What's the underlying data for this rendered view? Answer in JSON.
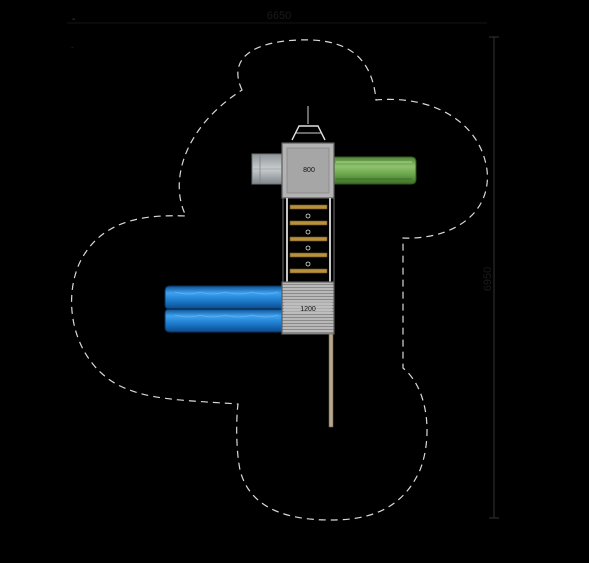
{
  "drawing": {
    "dimension_width_label": "6650",
    "dimension_height_label": "6950",
    "corner_mark": "‐"
  },
  "platforms": {
    "upper_label": "800",
    "lower_label": "1200"
  },
  "colors": {
    "background": "#000000",
    "safety_zone": "#d9d9d9",
    "platform": "#b3b3b3",
    "green_slide": "#6aa54a",
    "blue_slide": "#1f7fd1",
    "ladder_rung": "#b8913b",
    "grey_slide": "#aeb3b7"
  }
}
